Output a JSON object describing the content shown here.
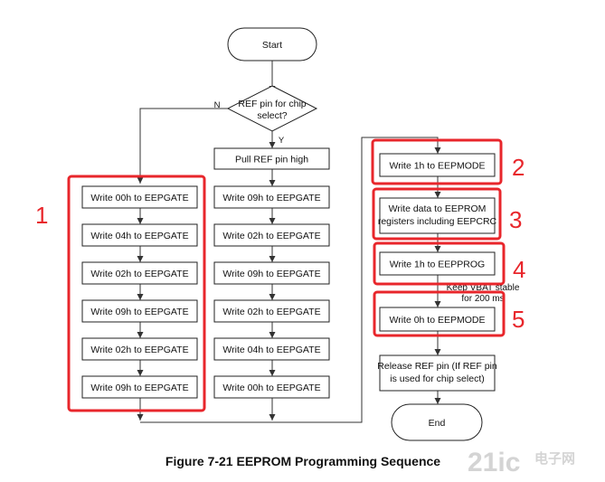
{
  "nodes": {
    "start": "Start",
    "decision": [
      "REF pin for chip",
      "select?"
    ],
    "pull_ref_high": "Pull REF pin high",
    "left_steps": [
      "Write 00h to EEPGATE",
      "Write 04h to EEPGATE",
      "Write 02h to EEPGATE",
      "Write 09h to EEPGATE",
      "Write 02h to EEPGATE",
      "Write 09h to EEPGATE"
    ],
    "mid_steps": [
      "Write 09h to EEPGATE",
      "Write 02h to EEPGATE",
      "Write 09h to EEPGATE",
      "Write 02h to EEPGATE",
      "Write 04h to EEPGATE",
      "Write 00h to EEPGATE"
    ],
    "write_eepmode_1": "Write 1h to EEPMODE",
    "write_data": [
      "Write data to EEPROM",
      "registers including EEPCRC"
    ],
    "write_eepprog": "Write 1h to EEPPROG",
    "write_eepmode_0": "Write 0h to EEPMODE",
    "release_ref": [
      "Release REF pin (If REF pin",
      "is used for chip select)"
    ],
    "end": "End"
  },
  "labels": {
    "no": "N",
    "yes": "Y"
  },
  "annotation": [
    "Keep VBAT stable",
    "for 200 ms"
  ],
  "highlights": [
    "1",
    "2",
    "3",
    "4",
    "5"
  ],
  "caption": "Figure 7-21 EEPROM Programming Sequence",
  "watermark": {
    "logo": "21ic",
    "text": "电子网"
  },
  "colors": {
    "highlight": "#e8262b",
    "line": "#333333",
    "watermark": "#d4d4d4"
  }
}
